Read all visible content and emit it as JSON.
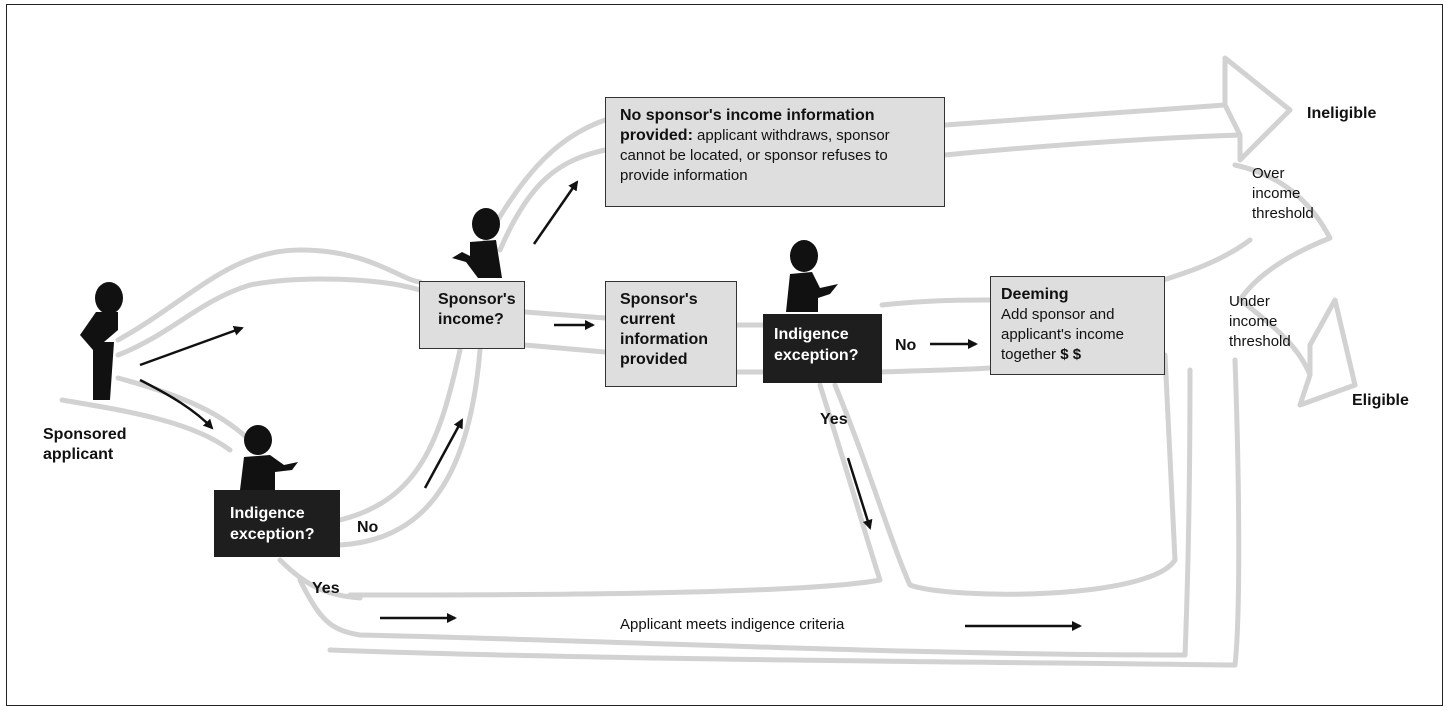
{
  "start_label": "Sponsored\napplicant",
  "indigence_1": "Indigence\nexception?",
  "indigence_1_no": "No",
  "indigence_1_yes": "Yes",
  "sponsors_income": "Sponsor's\nincome?",
  "no_info": {
    "bold": "No sponsor's income information provided:",
    "text": " applicant withdraws, sponsor cannot be located, or sponsor refuses to provide information"
  },
  "current_info": "Sponsor's\ncurrent\ninformation\nprovided",
  "indigence_2": "Indigence\nexception?",
  "indigence_2_no": "No",
  "indigence_2_yes": "Yes",
  "deeming": {
    "title": "Deeming",
    "text": "Add sponsor and\napplicant's income\ntogether ",
    "money": "$ $"
  },
  "meets_criteria": "Applicant meets indigence criteria",
  "outcomes": {
    "ineligible": "Ineligible",
    "eligible": "Eligible",
    "over": "Over\nincome\nthreshold",
    "under": "Under\nincome\nthreshold"
  }
}
